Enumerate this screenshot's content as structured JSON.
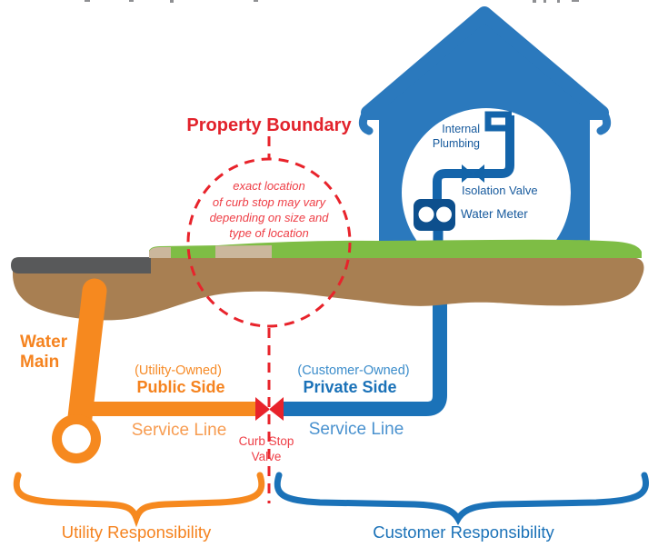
{
  "colors": {
    "red": "#e8232b",
    "red_text": "#e2232c",
    "note_red": "#ee3d45",
    "orange": "#f6891f",
    "orange_bold_text": "#f5831f",
    "orange_mid_text": "#f68b28",
    "orange_light_text": "#f79c51",
    "blue_house": "#2b79bd",
    "blue_pipe": "#1b72b8",
    "blue_mid_text": "#3c8dcb",
    "blue_light_text": "#4a92cf",
    "navy_pipe": "#1464aa",
    "valve_blue": "#1263a8",
    "navy_meter": "#0d4f8d",
    "navy_text": "#175a9d",
    "grass": "#7ebd45",
    "soil": "#a87f52",
    "road": "#58595a",
    "tan": "#cbb79c",
    "remnant_gray": "#8f9093",
    "white": "#ffffff"
  },
  "boundary": {
    "title": "Property Boundary",
    "note_lines": [
      "exact location",
      "of curb stop may vary",
      "depending on size and",
      "type of location"
    ]
  },
  "utility_side": {
    "water_main_line1": "Water",
    "water_main_line2": "Main",
    "owned": "(Utility-Owned)",
    "side": "Public Side",
    "service_line": "Service Line",
    "responsibility": "Utility Responsibility"
  },
  "customer_side": {
    "owned": "(Customer-Owned)",
    "side": "Private Side",
    "service_line": "Service Line",
    "responsibility": "Customer Responsibility"
  },
  "curb_stop": {
    "line1": "Curb Stop",
    "line2": "Valve"
  },
  "house": {
    "internal_plumbing_line1": "Internal",
    "internal_plumbing_line2": "Plumbing",
    "isolation_valve": "Isolation Valve",
    "water_meter": "Water Meter"
  }
}
